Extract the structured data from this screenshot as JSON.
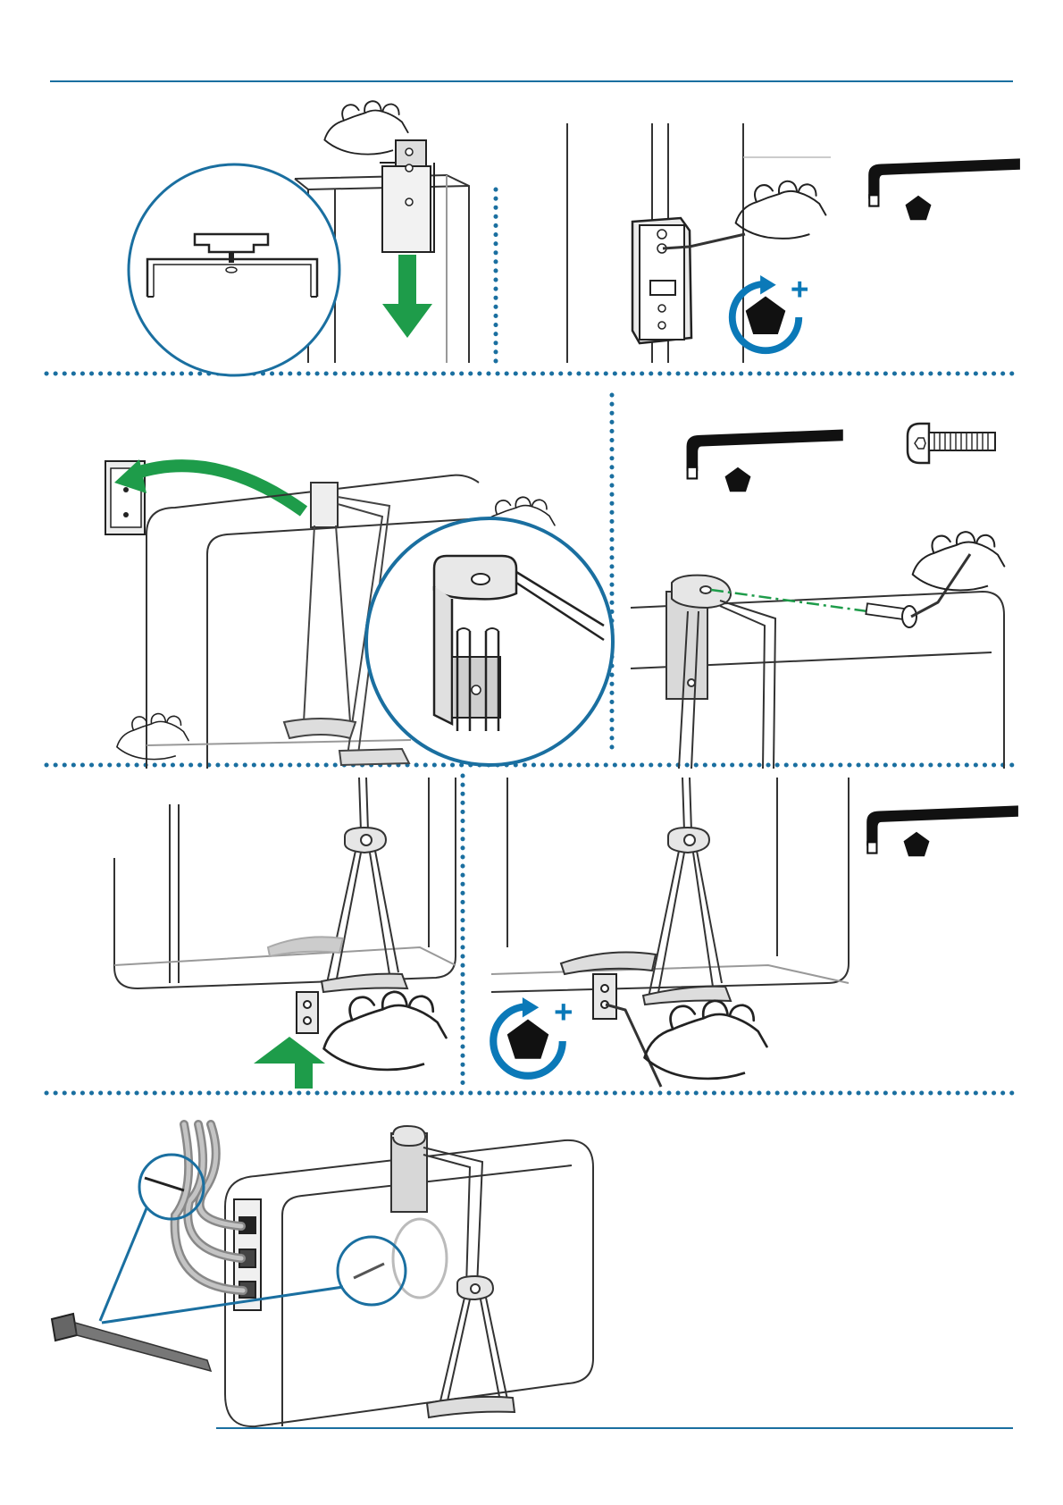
{
  "document": {
    "type": "installation-instructions-page",
    "printed_text": []
  },
  "colors": {
    "rule": "#1a6fa0",
    "dots": "#1a6fa0",
    "arrow_green": "#1e9c4a",
    "arrow_green_light": "#2aa857",
    "tighten_blue": "#0b79b8",
    "ink": "#111111",
    "line": "#3a3a3a",
    "light_line": "#8a8a8a",
    "bracket_fill": "#d6d6d6",
    "paper": "#ffffff"
  },
  "icons": {
    "allen_key": "allen-key-icon",
    "pentagon": "pentagon-hex-icon",
    "tighten": "tighten-clockwise-icon",
    "screw": "button-head-screw-icon",
    "zip_tie": "cable-tie-icon",
    "push_down": "arrow-down-icon",
    "push_up": "arrow-up-icon"
  },
  "steps": [
    {
      "id": "step-1",
      "action": "slide-bracket-down-onto-speaker",
      "icons": [
        "arrow-down-icon"
      ]
    },
    {
      "id": "step-2",
      "action": "tighten-bracket-screw",
      "icons": [
        "allen-key-icon",
        "tighten-clockwise-icon"
      ]
    },
    {
      "id": "step-3",
      "action": "fit-strap-onto-bracket",
      "icons": [
        "curved-arrow-icon"
      ]
    },
    {
      "id": "step-4",
      "action": "insert-screw-through-strap-top",
      "icons": [
        "allen-key-icon",
        "button-head-screw-icon"
      ]
    },
    {
      "id": "step-5",
      "action": "push-lower-bracket-up",
      "icons": [
        "arrow-up-icon"
      ]
    },
    {
      "id": "step-6",
      "action": "tighten-lower-bracket",
      "icons": [
        "allen-key-icon",
        "tighten-clockwise-icon"
      ]
    },
    {
      "id": "step-7",
      "action": "secure-cables-with-tie",
      "icons": [
        "cable-tie-icon"
      ]
    }
  ]
}
